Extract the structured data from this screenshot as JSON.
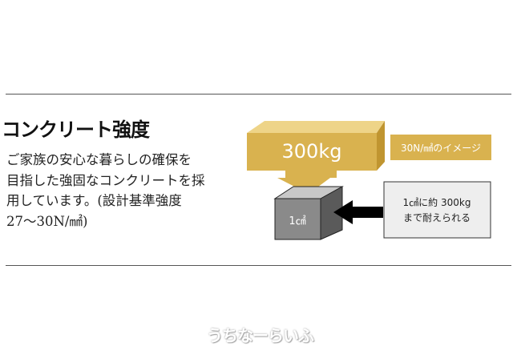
{
  "title": "コンクリート強度",
  "body_lines": [
    "ご家族の安心な暮らしの確保を",
    "目指した強固なコンクリートを採",
    "用しています。(設計基準強度",
    "27〜30N/㎟)"
  ],
  "diagram": {
    "weight_label": "300kg",
    "image_label": "30N/㎟のイメージ",
    "cube_label": "1㎠",
    "callout_lines": [
      "1㎠に約 300kg",
      "まで耐えられる"
    ],
    "colors": {
      "gold": "#d9b24f",
      "gold_top": "#eed488",
      "gold_side": "#c09530",
      "cube_front": "#8a8a8a",
      "cube_top": "#c8c8c8",
      "cube_side": "#5a5a5a"
    }
  },
  "watermark": "うちなーらいふ"
}
